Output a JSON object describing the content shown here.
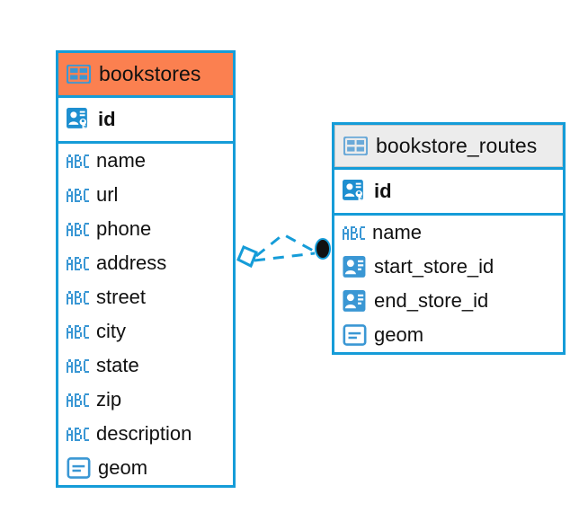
{
  "diagram": {
    "type": "er-diagram",
    "background": "#ffffff",
    "accent_color": "#159cd8",
    "highlight_color": "#fb8050",
    "header_grey": "#ececec",
    "entities": [
      {
        "id": "bookstores",
        "name": "bookstores",
        "header_style": "orange",
        "table_icon": "table-icon",
        "primary_key": {
          "name": "id",
          "icon": "primary-key-icon",
          "type_glyph": "key"
        },
        "fields": [
          {
            "name": "name",
            "icon": "text-type-icon",
            "type_glyph": "ABC"
          },
          {
            "name": "url",
            "icon": "text-type-icon",
            "type_glyph": "ABC"
          },
          {
            "name": "phone",
            "icon": "text-type-icon",
            "type_glyph": "ABC"
          },
          {
            "name": "address",
            "icon": "text-type-icon",
            "type_glyph": "ABC"
          },
          {
            "name": "street",
            "icon": "text-type-icon",
            "type_glyph": "ABC"
          },
          {
            "name": "city",
            "icon": "text-type-icon",
            "type_glyph": "ABC"
          },
          {
            "name": "state",
            "icon": "text-type-icon",
            "type_glyph": "ABC"
          },
          {
            "name": "zip",
            "icon": "text-type-icon",
            "type_glyph": "ABC"
          },
          {
            "name": "description",
            "icon": "text-type-icon",
            "type_glyph": "ABC"
          },
          {
            "name": "geom",
            "icon": "geometry-type-icon",
            "type_glyph": "geom"
          }
        ]
      },
      {
        "id": "bookstore_routes",
        "name": "bookstore_routes",
        "header_style": "grey",
        "table_icon": "table-icon",
        "primary_key": {
          "name": "id",
          "icon": "primary-key-icon",
          "type_glyph": "key"
        },
        "fields": [
          {
            "name": "name",
            "icon": "text-type-icon",
            "type_glyph": "ABC"
          },
          {
            "name": "start_store_id",
            "icon": "foreign-key-icon",
            "type_glyph": "fk"
          },
          {
            "name": "end_store_id",
            "icon": "foreign-key-icon",
            "type_glyph": "fk"
          },
          {
            "name": "geom",
            "icon": "geometry-type-icon",
            "type_glyph": "geom"
          }
        ]
      }
    ],
    "relationship": {
      "from": "bookstores",
      "to": "bookstore_routes",
      "line_style": "dashed",
      "line_color": "#159cd8",
      "source_marker": "rhombus-marker",
      "target_marker": "filled-circle-marker",
      "target_marker_color": "#111111"
    }
  }
}
